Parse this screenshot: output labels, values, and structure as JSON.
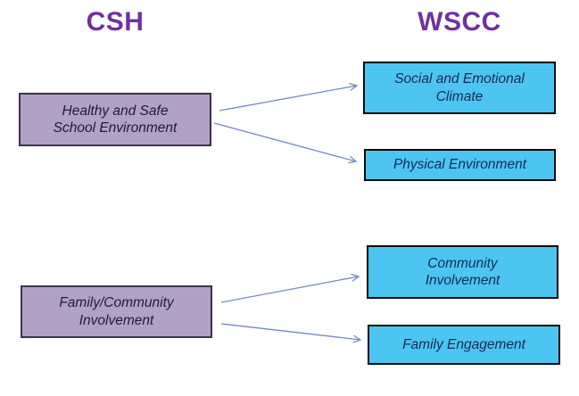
{
  "headers": {
    "left": "CSH",
    "right": "WSCC"
  },
  "csh_nodes": [
    {
      "id": "healthy-safe-school-environment",
      "label": "Healthy and Safe\nSchool Environment"
    },
    {
      "id": "family-community-involvement",
      "label": "Family/Community\nInvolvement"
    }
  ],
  "wscc_nodes": [
    {
      "id": "social-emotional-climate",
      "label": "Social and Emotional\nClimate"
    },
    {
      "id": "physical-environment",
      "label": "Physical Environment"
    },
    {
      "id": "community-involvement",
      "label": "Community\nInvolvement"
    },
    {
      "id": "family-engagement",
      "label": "Family Engagement"
    }
  ],
  "connections": [
    {
      "from": "healthy-safe-school-environment",
      "to": "social-emotional-climate"
    },
    {
      "from": "healthy-safe-school-environment",
      "to": "physical-environment"
    },
    {
      "from": "family-community-involvement",
      "to": "community-involvement"
    },
    {
      "from": "family-community-involvement",
      "to": "family-engagement"
    }
  ],
  "colors": {
    "header_text": "#7030A0",
    "csh_box_fill": "#B2A1C7",
    "csh_box_border": "#3F3151",
    "wscc_box_fill": "#4DC5F1",
    "wscc_box_border": "#0a0a0a",
    "arrow": "#7389C4",
    "background": "#ffffff"
  }
}
